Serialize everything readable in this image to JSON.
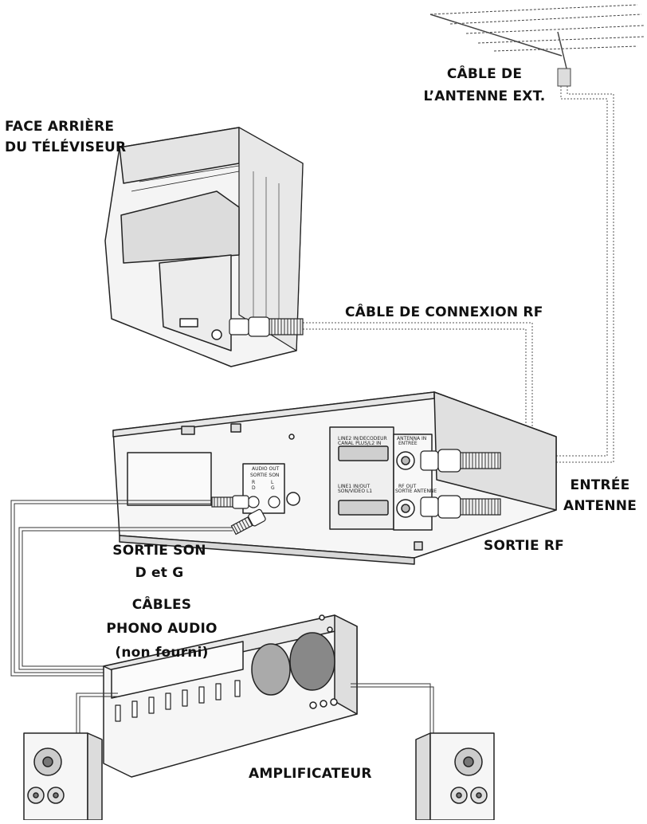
{
  "labels": {
    "tv_back": [
      "FACE ARRIÈRE",
      "DU TÉLÉVISEUR"
    ],
    "ext_antenna_cable": [
      "CÂBLE DE",
      "L’ANTENNE EXT."
    ],
    "rf_cable": "CÂBLE DE CONNEXION RF",
    "antenna_in": [
      "ENTRÉE",
      "ANTENNE"
    ],
    "rf_out": "SORTIE RF",
    "audio_out": [
      "SORTIE SON",
      "D et G"
    ],
    "phono_cables": [
      "CÂBLES",
      "PHONO AUDIO",
      "(non fourni)"
    ],
    "amplifier": "AMPLIFICATEUR"
  },
  "vcr_panel": {
    "audio_out_en": "AUDIO OUT",
    "audio_out_fr": "SORTIE SON",
    "right_en": "R",
    "right_fr": "D",
    "left_en": "L",
    "left_fr": "G",
    "scart1": "LINE2 IN/DECODEUR",
    "scart1b": "CANAL PLUS/L2 IN",
    "scart2": "LINE1 IN/OUT",
    "scart2b": "SON/VIDEO L1",
    "ant_in_en": "ANTENNA IN",
    "ant_in_fr": "ENTRÉE",
    "rf_out_en": "RF OUT",
    "rf_out_fr": "SORTIE ANTENNE"
  }
}
